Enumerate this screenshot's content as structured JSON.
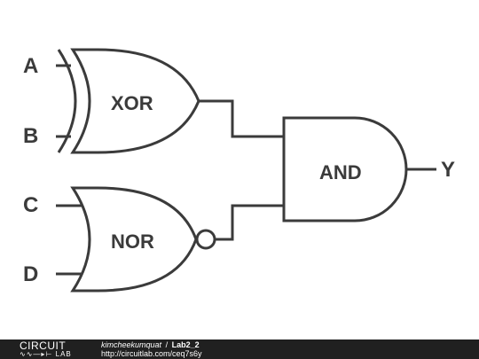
{
  "diagram": {
    "inputs": [
      "A",
      "B",
      "C",
      "D"
    ],
    "output": "Y",
    "gates": {
      "xor": "XOR",
      "nor": "NOR",
      "and": "AND"
    }
  },
  "footer": {
    "logo_top": "CIRCUIT",
    "logo_bottom": "LAB",
    "author": "kimcheekumquat",
    "separator": "/",
    "project": "Lab2_2",
    "url": "http://circuitlab.com/ceq7s6y"
  },
  "colors": {
    "stroke": "#3b3b3b",
    "footer_bg": "#202020"
  }
}
